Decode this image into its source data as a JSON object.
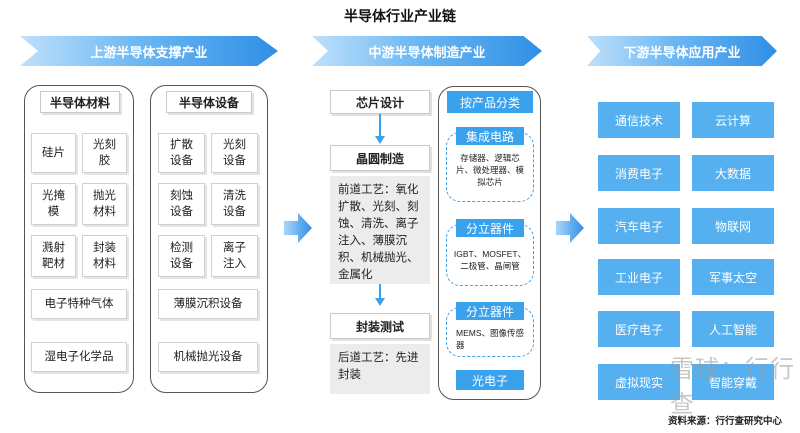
{
  "title": "半导体行业产业链",
  "stages": {
    "upstream": "上游半导体支撑产业",
    "midstream": "中游半导体制造产业",
    "downstream": "下游半导体应用产业"
  },
  "upstream": {
    "materials_header": "半导体材料",
    "materials": [
      "硅片",
      "光刻\n胶",
      "光掩\n模",
      "抛光\n材料",
      "溅射\n靶材",
      "封装\n材料"
    ],
    "materials_wide": [
      "电子特种气体",
      "湿电子化学品"
    ],
    "equipment_header": "半导体设备",
    "equipment": [
      "扩散\n设备",
      "光刻\n设备",
      "刻蚀\n设备",
      "清洗\n设备",
      "检测\n设备",
      "离子\n注入"
    ],
    "equipment_wide": [
      "薄膜沉积设备",
      "机械抛光设备"
    ]
  },
  "midstream": {
    "chip_design": "芯片设计",
    "wafer_mfg": "晶圆制造",
    "front_process": "前道工艺：氧化扩散、光刻、刻蚀、清洗、离子注入、薄膜沉积、机械抛光、金属化",
    "packaging_test": "封装测试",
    "back_process": "后道工艺：先进封装",
    "by_product": "按产品分类",
    "ic": "集成电路",
    "ic_desc": "存储器、逻辑芯片、微处理器、模拟芯片",
    "discrete1": "分立器件",
    "discrete1_desc": "IGBT、MOSFET、二极管、晶闸管",
    "discrete2": "分立器件",
    "discrete2_desc": "MEMS、图像传感器",
    "opto": "光电子"
  },
  "downstream": {
    "apps": [
      "通信技术",
      "云计算",
      "消费电子",
      "大数据",
      "汽车电子",
      "物联网",
      "工业电子",
      "军事太空",
      "医疗电子",
      "人工智能",
      "虚拟现实",
      "智能穿戴"
    ]
  },
  "source": "资料来源：行行查研究中心",
  "watermark": "雪球：行行查"
}
